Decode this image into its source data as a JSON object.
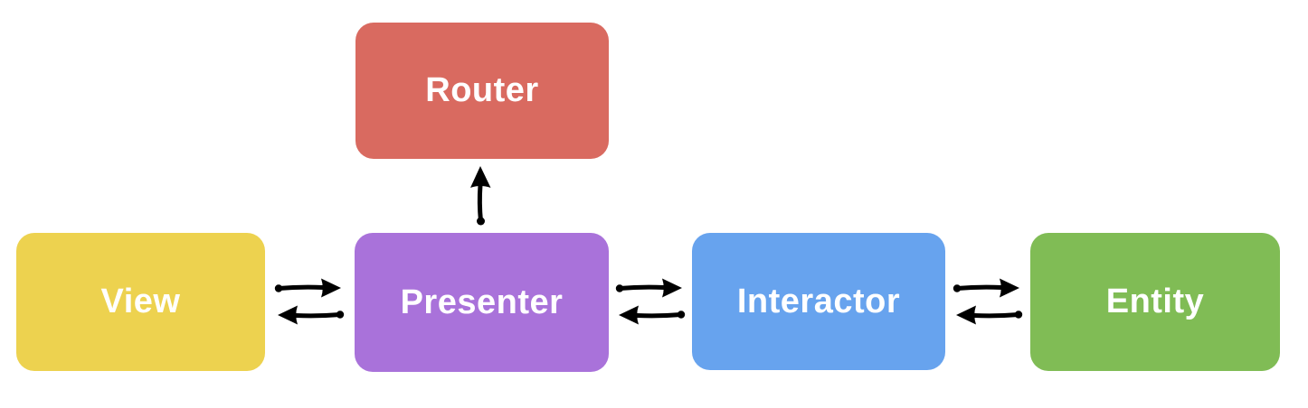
{
  "diagram": {
    "background": "#ffffff",
    "arrow_color": "#000000",
    "label_color": "#ffffff",
    "nodes": [
      {
        "id": "router",
        "label": "Router",
        "color": "#d96a60"
      },
      {
        "id": "view",
        "label": "View",
        "color": "#edd24f"
      },
      {
        "id": "presenter",
        "label": "Presenter",
        "color": "#a972da"
      },
      {
        "id": "interactor",
        "label": "Interactor",
        "color": "#67a3ee"
      },
      {
        "id": "entity",
        "label": "Entity",
        "color": "#80bc55"
      }
    ],
    "edges": [
      {
        "from": "presenter",
        "to": "router",
        "direction": "one-way-up"
      },
      {
        "from": "view",
        "to": "presenter",
        "direction": "bidirectional"
      },
      {
        "from": "presenter",
        "to": "interactor",
        "direction": "bidirectional"
      },
      {
        "from": "interactor",
        "to": "entity",
        "direction": "bidirectional"
      }
    ]
  }
}
